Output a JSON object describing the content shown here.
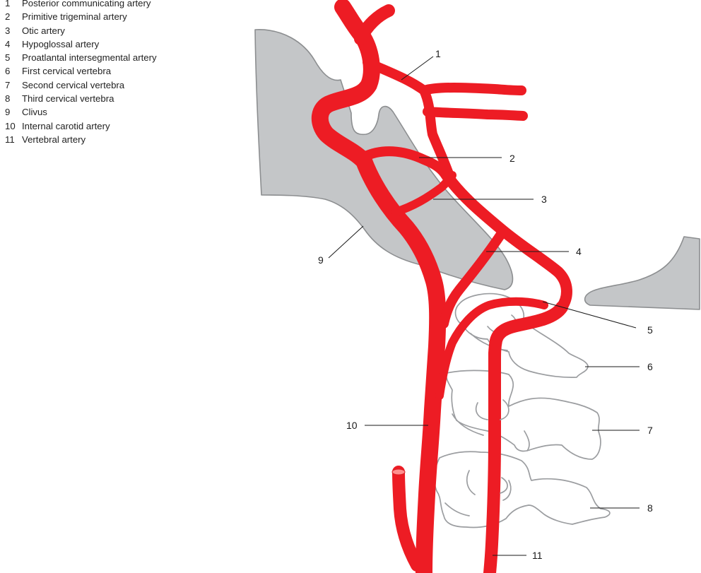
{
  "legend": [
    {
      "num": "1",
      "text": "Posterior communicating artery"
    },
    {
      "num": "2",
      "text": "Primitive trigeminal artery"
    },
    {
      "num": "3",
      "text": "Otic artery"
    },
    {
      "num": "4",
      "text": "Hypoglossal artery"
    },
    {
      "num": "5",
      "text": "Proatlantal intersegmental artery"
    },
    {
      "num": "6",
      "text": "First cervical vertebra"
    },
    {
      "num": "7",
      "text": "Second cervical vertebra"
    },
    {
      "num": "8",
      "text": "Third cervical vertebra"
    },
    {
      "num": "9",
      "text": "Clivus"
    },
    {
      "num": "10",
      "text": "Internal carotid artery"
    },
    {
      "num": "11",
      "text": "Vertebral artery"
    }
  ],
  "callouts": {
    "c1": "1",
    "c2": "2",
    "c3": "3",
    "c4": "4",
    "c5": "5",
    "c6": "6",
    "c7": "7",
    "c8": "8",
    "c9": "9",
    "c10": "10",
    "c11": "11"
  },
  "colors": {
    "artery": "#ed1c24",
    "bone": "#c4c6c8",
    "outline": "#9b9da0",
    "text": "#1a1a1a"
  }
}
